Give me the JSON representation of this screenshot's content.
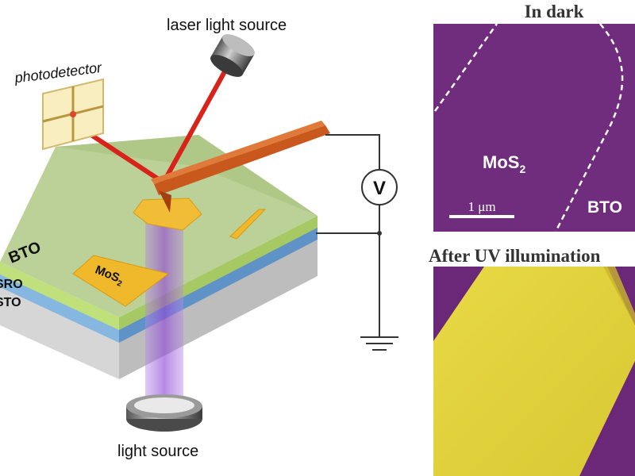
{
  "diagram": {
    "labels": {
      "laser": "laser light source",
      "photodetector": "photodetector",
      "light_source": "light source",
      "bto": "BTO",
      "sro": "SRO",
      "sto": "STO",
      "mos2_flake": "MoS",
      "mos2_flake_sub": "2",
      "voltmeter": "V"
    },
    "colors": {
      "bto_layer": "#b5cf8a",
      "sro_layer": "#7fb2dd",
      "sto_layer": "#cfcfcf",
      "mos2": "#f0b92c",
      "cantilever": "#c5571d",
      "laser_beam": "#d8231a",
      "uv_beam": "#a56be0"
    }
  },
  "panels": {
    "dark": {
      "title": "In dark",
      "mos2_label": "MoS",
      "mos2_sub": "2",
      "bto_label": "BTO",
      "scale_label": "1 μm",
      "color": "#6e2a7c"
    },
    "uv": {
      "title": "After UV illumination",
      "color": "#e2d43a",
      "background": "#6e2a7c"
    }
  }
}
